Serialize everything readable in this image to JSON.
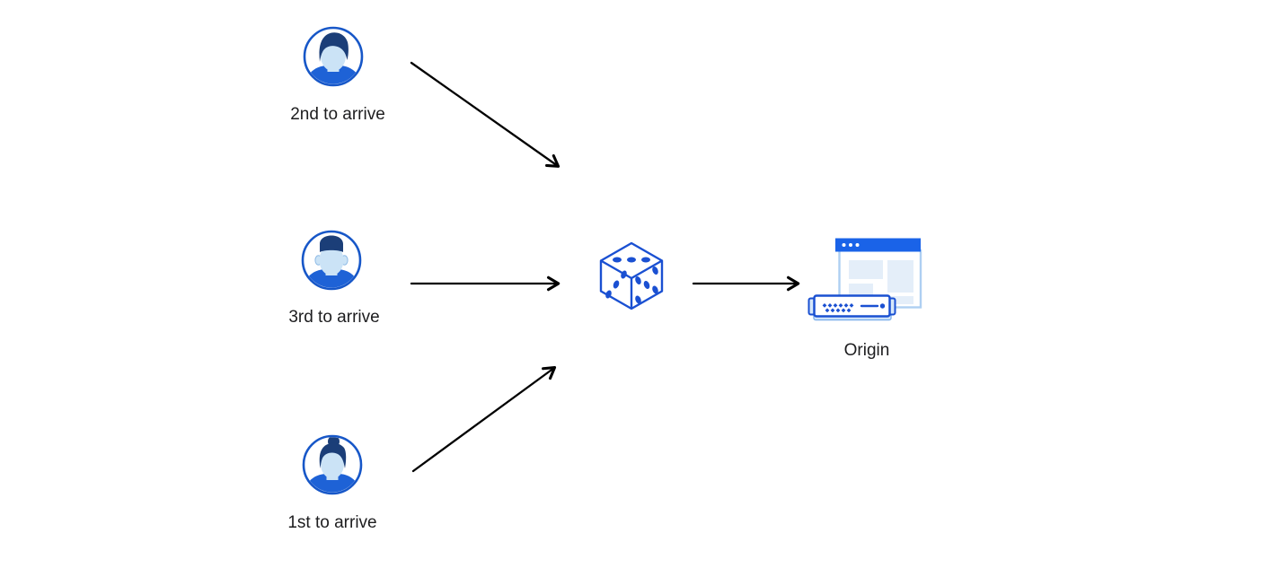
{
  "diagram": {
    "title_hint": "",
    "users": [
      {
        "label": "2nd to arrive",
        "avatar": "person-male-side-part-avatar"
      },
      {
        "label": "3rd to arrive",
        "avatar": "person-male-short-hair-avatar"
      },
      {
        "label": "1st to arrive",
        "avatar": "person-female-bun-avatar"
      }
    ],
    "router": {
      "icon": "dice-icon"
    },
    "origin": {
      "label": "Origin",
      "icon": "origin-browser-and-server-icon"
    },
    "connections": [
      {
        "from": "2nd to arrive",
        "to": "dice"
      },
      {
        "from": "3rd to arrive",
        "to": "dice"
      },
      {
        "from": "1st to arrive",
        "to": "dice"
      },
      {
        "from": "dice",
        "to": "Origin"
      }
    ],
    "colors": {
      "background": "#ffffff",
      "accent_blue": "#1a50d2",
      "titlebar_blue": "#1a63e8",
      "avatar_outline_blue": "#1757c8",
      "hair_navy": "#1b3e78",
      "skin_light_blue": "#cbe3f6",
      "shirt_blue": "#1e62d6",
      "panel_light_blue": "#e4eef9",
      "server_tab_blue": "#d7e8fa",
      "arrow_black": "#000000",
      "label_text": "#1d1d1f"
    }
  }
}
